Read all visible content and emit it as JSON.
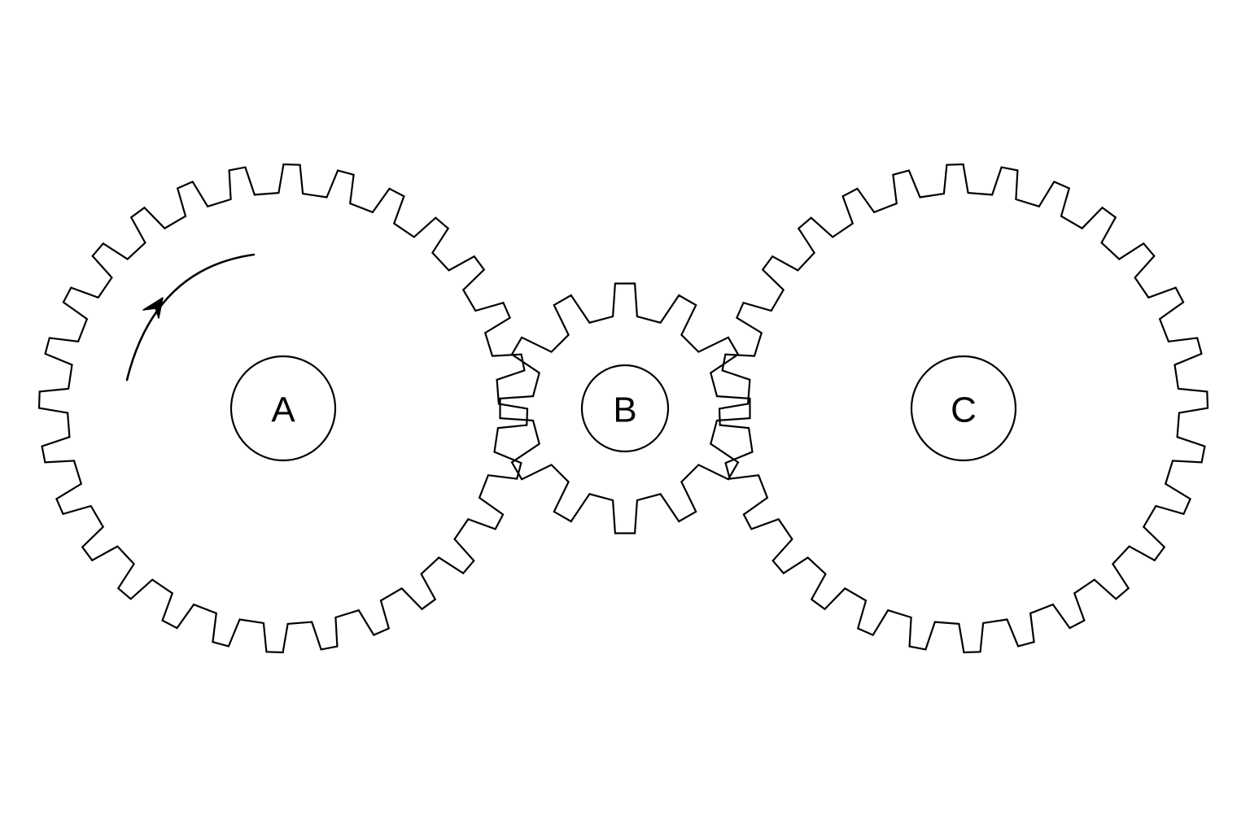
{
  "diagram": {
    "colors": {
      "background": "#ffffff",
      "stroke": "#000000"
    },
    "gears": [
      {
        "id": "a",
        "label": "A",
        "teeth": 28
      },
      {
        "id": "b",
        "label": "B",
        "teeth": 12
      },
      {
        "id": "c",
        "label": "C",
        "teeth": 28
      }
    ],
    "rotation_indicator": {
      "gear": "A",
      "direction": "clockwise",
      "icon": "curved-arrow-icon"
    }
  }
}
